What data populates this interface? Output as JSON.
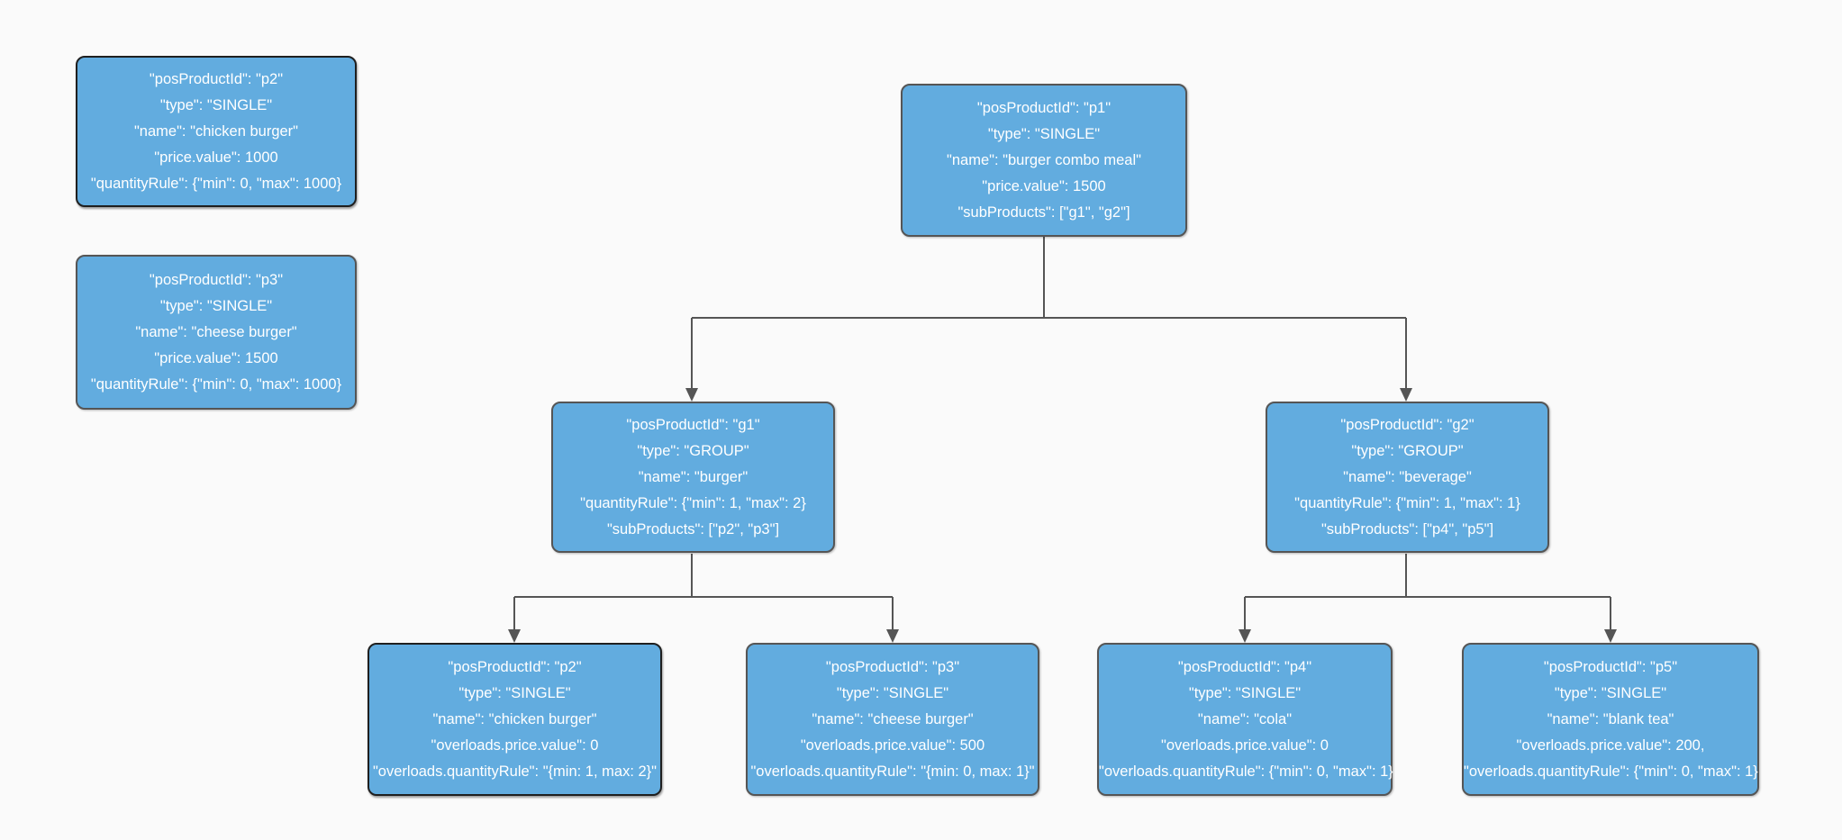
{
  "diagram": {
    "type": "product-tree-flowchart",
    "description_visible": false,
    "edges": [
      {
        "from": "p1",
        "to": "g1"
      },
      {
        "from": "p1",
        "to": "g2"
      },
      {
        "from": "g1",
        "to": "p2"
      },
      {
        "from": "g1",
        "to": "p3"
      },
      {
        "from": "g2",
        "to": "p4"
      },
      {
        "from": "g2",
        "to": "p5"
      }
    ]
  },
  "style": {
    "node_fill": "#62acdf",
    "node_border": "#555555",
    "node_border_selected": "#1f1f1f",
    "connector_color": "#555555",
    "background": "#fafafa",
    "text_color": "#ffffff"
  },
  "nodes": [
    {
      "id": "standalone-p2",
      "selected": true,
      "lines": [
        "\"posProductId\": \"p2\"",
        "\"type\": \"SINGLE\"",
        "\"name\": \"chicken burger\"",
        "\"price.value\": 1000",
        "\"quantityRule\": {\"min\": 0, \"max\": 1000}"
      ]
    },
    {
      "id": "standalone-p3",
      "selected": false,
      "lines": [
        "\"posProductId\": \"p3\"",
        "\"type\": \"SINGLE\"",
        "\"name\": \"cheese burger\"",
        "\"price.value\": 1500",
        "\"quantityRule\": {\"min\": 0, \"max\": 1000}"
      ]
    },
    {
      "id": "p1",
      "selected": false,
      "lines": [
        "\"posProductId\": \"p1\"",
        "\"type\": \"SINGLE\"",
        "\"name\": \"burger combo meal\"",
        "\"price.value\": 1500",
        "\"subProducts\": [\"g1\", \"g2\"]"
      ]
    },
    {
      "id": "g1",
      "selected": false,
      "lines": [
        "\"posProductId\": \"g1\"",
        "\"type\": \"GROUP\"",
        "\"name\": \"burger\"",
        "\"quantityRule\": {\"min\": 1, \"max\": 2}",
        "\"subProducts\": [\"p2\", \"p3\"]"
      ]
    },
    {
      "id": "g2",
      "selected": false,
      "lines": [
        "\"posProductId\": \"g2\"",
        "\"type\": \"GROUP\"",
        "\"name\": \"beverage\"",
        "\"quantityRule\": {\"min\": 1, \"max\": 1}",
        "\"subProducts\": [\"p4\", \"p5\"]"
      ]
    },
    {
      "id": "child-p2",
      "selected": true,
      "lines": [
        "\"posProductId\": \"p2\"",
        "\"type\": \"SINGLE\"",
        "\"name\": \"chicken burger\"",
        "\"overloads.price.value\": 0",
        "\"overloads.quantityRule\": \"{min: 1, max: 2}\""
      ]
    },
    {
      "id": "child-p3",
      "selected": false,
      "lines": [
        "\"posProductId\": \"p3\"",
        "\"type\": \"SINGLE\"",
        "\"name\": \"cheese burger\"",
        "\"overloads.price.value\": 500",
        "\"overloads.quantityRule\": \"{min: 0, max: 1}\""
      ]
    },
    {
      "id": "child-p4",
      "selected": false,
      "lines": [
        "\"posProductId\": \"p4\"",
        "\"type\": \"SINGLE\"",
        "\"name\": \"cola\"",
        "\"overloads.price.value\": 0",
        "\"overloads.quantityRule\": {\"min\": 0, \"max\": 1}"
      ]
    },
    {
      "id": "child-p5",
      "selected": false,
      "lines": [
        "\"posProductId\": \"p5\"",
        "\"type\": \"SINGLE\"",
        "\"name\": \"blank tea\"",
        "\"overloads.price.value\": 200,",
        "\"overloads.quantityRule\": {\"min\": 0, \"max\": 1}"
      ]
    }
  ]
}
